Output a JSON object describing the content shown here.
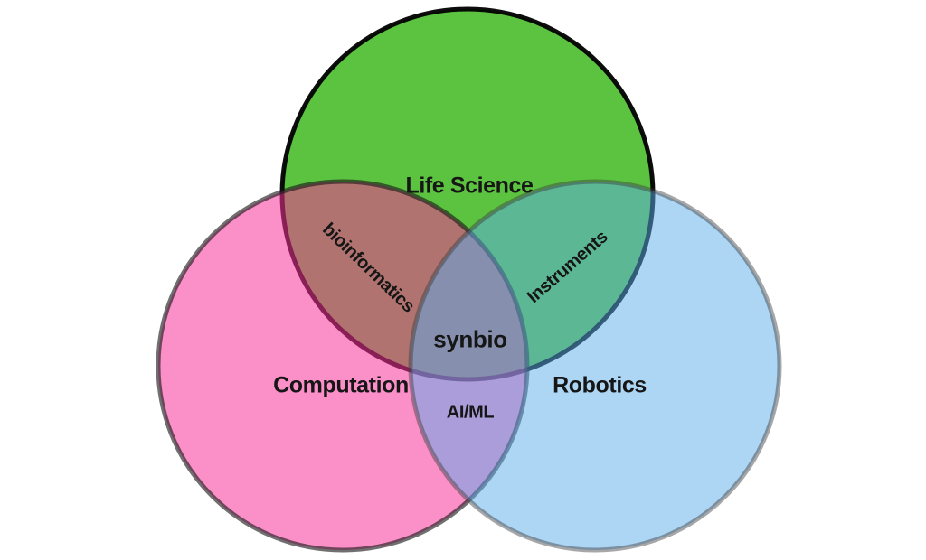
{
  "diagram": {
    "type": "venn",
    "background_color": "#ffffff",
    "label_color": "#161616",
    "sets": [
      {
        "label": "Life Science",
        "fill": "rgba(37,175,0,0.75)",
        "stroke": "rgba(0,0,0,0.95)",
        "area_color": "#5cc33c"
      },
      {
        "label": "Computation",
        "fill": "rgba(248,48,153,0.54)",
        "stroke": "rgba(25,25,25,0.62)",
        "area_color": "#fb8fc8"
      },
      {
        "label": "Robotics",
        "fill": "rgba(92,172,233,0.5)",
        "stroke": "rgba(60,60,60,0.45)",
        "area_color": "#aedcf7"
      }
    ],
    "overlaps": [
      {
        "label": "bioinformatics",
        "between": [
          "Life Science",
          "Computation"
        ],
        "area_color": "#b07b80"
      },
      {
        "label": "Instruments",
        "between": [
          "Life Science",
          "Robotics"
        ],
        "area_color": "#3eb67d"
      },
      {
        "label": "AI/ML",
        "between": [
          "Computation",
          "Robotics"
        ],
        "area_color": "#ac9ed8"
      },
      {
        "label": "synbio",
        "between": [
          "Life Science",
          "Computation",
          "Robotics"
        ],
        "area_color": "#8a93ae"
      }
    ]
  }
}
